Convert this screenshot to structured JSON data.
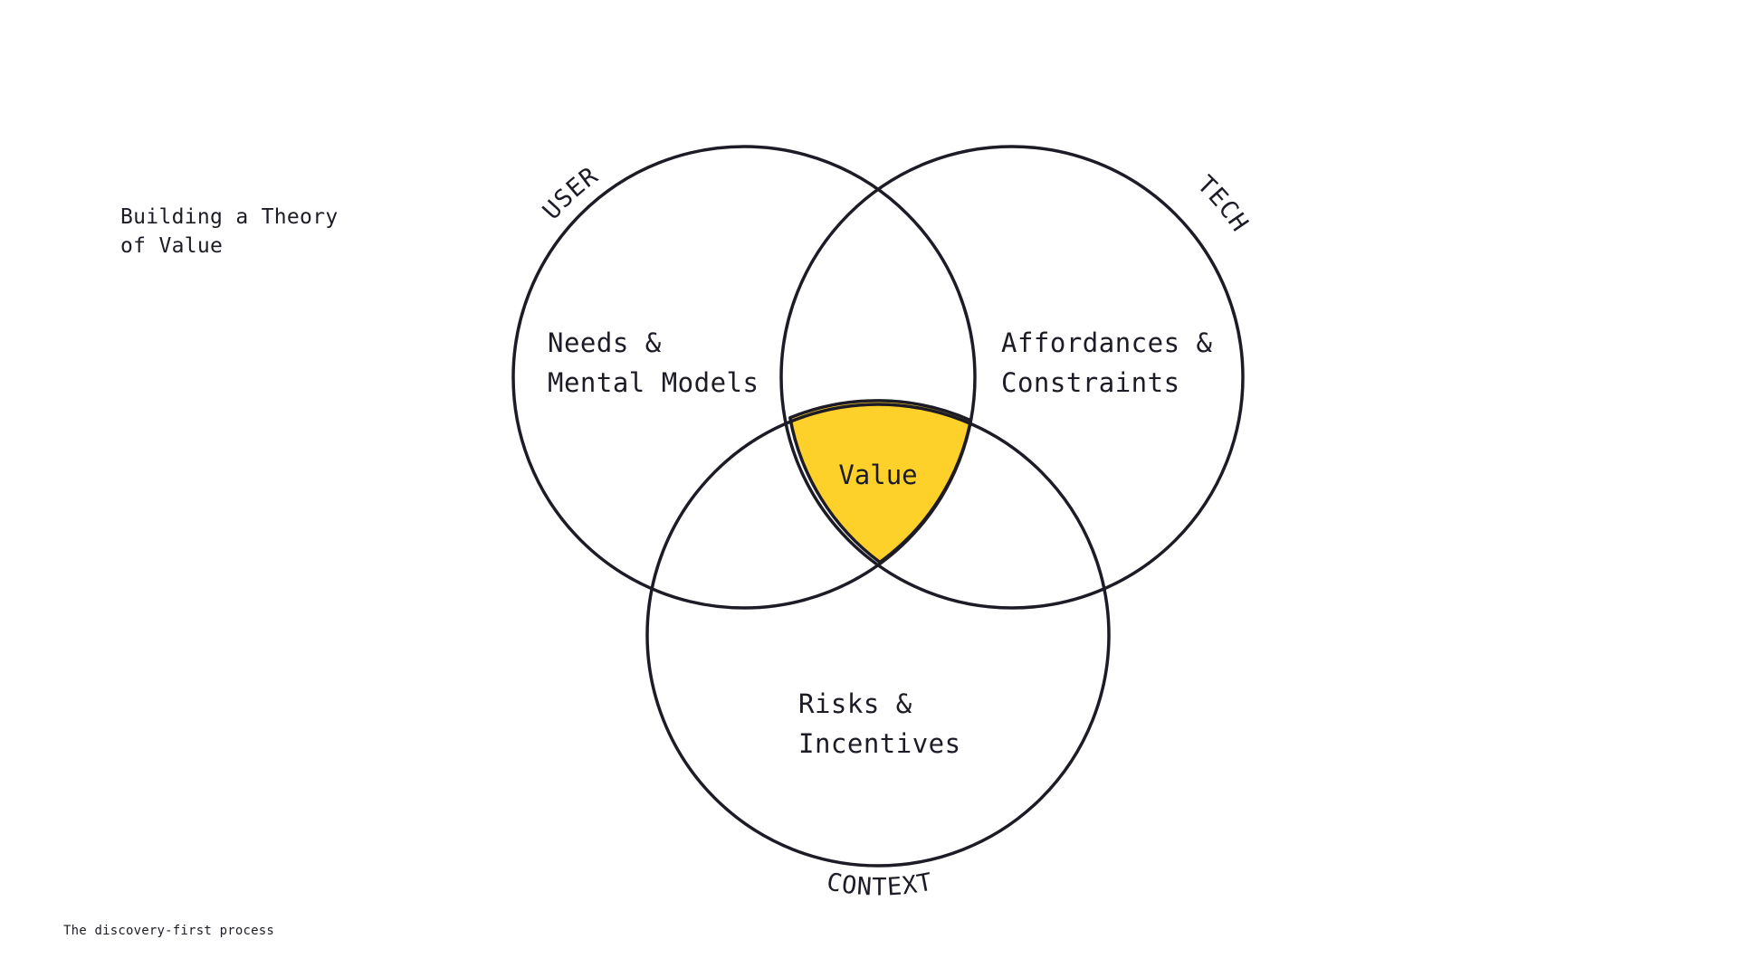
{
  "slide": {
    "title_line1": "Building a Theory",
    "title_line2": "of Value",
    "footer": "The discovery-first process"
  },
  "diagram": {
    "circles": {
      "user": {
        "label": "USER",
        "text_line1": "Needs &",
        "text_line2": "Mental Models"
      },
      "tech": {
        "label": "TECH",
        "text_line1": "Affordances &",
        "text_line2": "Constraints"
      },
      "context": {
        "label": "CONTEXT",
        "text_line1": "Risks &",
        "text_line2": "Incentives"
      }
    },
    "center": {
      "label": "Value"
    }
  },
  "colors": {
    "stroke": "#1d1c26",
    "highlight": "#fdd02a",
    "background": "#ffffff"
  }
}
